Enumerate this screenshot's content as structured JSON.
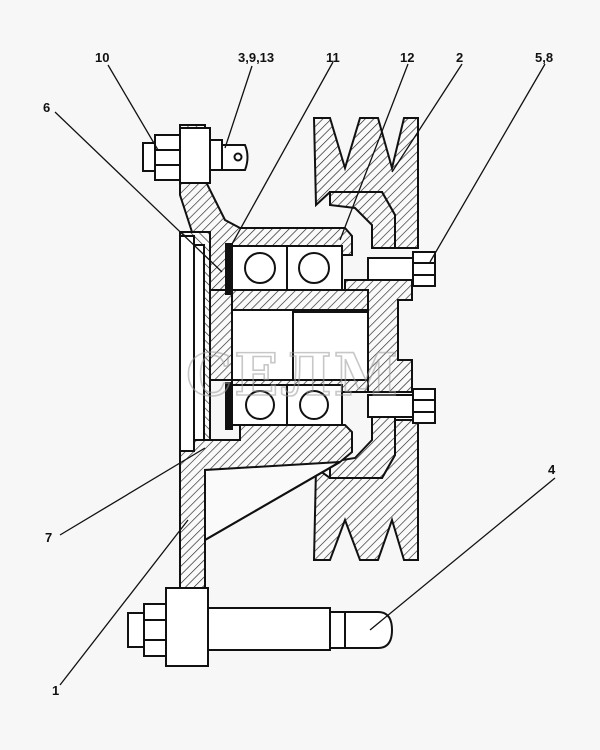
{
  "drawing": {
    "labels": {
      "l1": "1",
      "l2": "2",
      "l4": "4",
      "l5_8": "5,8",
      "l6": "6",
      "l7": "7",
      "l10": "10",
      "l11": "11",
      "l12": "12",
      "l3_9_13": "3,9,13"
    },
    "watermark": "СЕЛМ",
    "colors": {
      "line": "#111111",
      "hatch": "#222222",
      "background": "#f7f7f7",
      "watermark": "#9a9a9a"
    }
  }
}
